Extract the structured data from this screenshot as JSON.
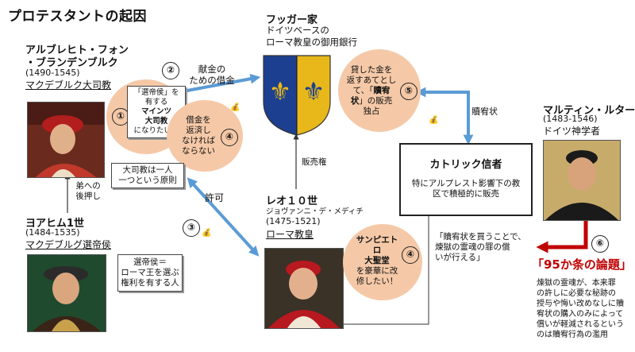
{
  "title": "プロテスタントの起因",
  "albrecht": {
    "name_line1": "アルブレヒト・フォン",
    "name_line2": "・ブランデンブルク",
    "years": "(1490-1545)",
    "role": "マクデブルク大司教"
  },
  "joachim": {
    "name": "ヨアヒム1世",
    "years": "(1484-1535)",
    "role": "マクデブルグ選帝侯"
  },
  "fugger": {
    "name": "フッガー家",
    "line1": "ドイツベースの",
    "line2": "ローマ教皇の御用銀行"
  },
  "leo": {
    "name": "レオ１０世",
    "line1": "ジョヴァンニ・デ・メディチ",
    "years": "(1475-1521)",
    "role": "ローマ教皇"
  },
  "luther": {
    "name": "マルティン・ルター",
    "years": "(1483-1546)",
    "role": "ドイツ神学者"
  },
  "catholic": {
    "title": "カトリック信者",
    "line1": "特にアルプレスト影響下の教",
    "line2": "区で積極的に販売"
  },
  "steps": {
    "s1": "①",
    "s2": "②",
    "s3": "③",
    "s4a": "④",
    "s4b": "④",
    "s5": "⑤",
    "s6": "⑥"
  },
  "bubbles": {
    "elector": {
      "l1": "「選帝侯」を",
      "l2": "有する",
      "l3": "マインツ",
      "l4": "大司教",
      "l5": "になりたい！"
    },
    "repay": {
      "l1": "借金を",
      "l2": "返済し",
      "l3": "なければ",
      "l4": "ならない"
    },
    "fugger_sell": {
      "l1": "貸した金を",
      "l2": "返すあてとし",
      "l3a": "て、「",
      "l3b": "贖宥",
      "l4a": "状",
      "l4b": "」の販売",
      "l5": "独占"
    },
    "peter": {
      "l1": "サンピエトロ",
      "l2": "大聖堂",
      "l3": "を豪華に改",
      "l4": "修したい！"
    }
  },
  "labels": {
    "loan_l1": "献金の",
    "loan_l2": "ための借金",
    "permit": "許可",
    "sales_right": "販売権",
    "indulgence": "贖宥状",
    "brother_l1": "弟への",
    "brother_l2": "後押し",
    "one_bishop_l1": "大司教は一人",
    "one_bishop_l2": "一つという原則",
    "elector_def_l1": "選帝侯＝",
    "elector_def_l2": "ローマ王を選ぶ",
    "elector_def_l3": "権利を有する人",
    "quote_l1": "「贖宥状を買うことで、",
    "quote_l2": "煉獄の霊魂の罪の償",
    "quote_l3": "いが行える」",
    "theses": "「95か条の論題」",
    "desc_l1": "煉獄の霊魂が、本来罪",
    "desc_l2": "の許しに必要な秘跡の",
    "desc_l3": "授与や悔い改めなしに贖",
    "desc_l4": "宥状の購入のみによって",
    "desc_l5": "償いが軽減されるという",
    "desc_l6": "のは贖宥行為の濫用"
  },
  "colors": {
    "bubble": "#f5c9a8",
    "arrow_blue": "#5b9bd5",
    "arrow_red": "#c00000",
    "accent_red": "#c00000"
  }
}
